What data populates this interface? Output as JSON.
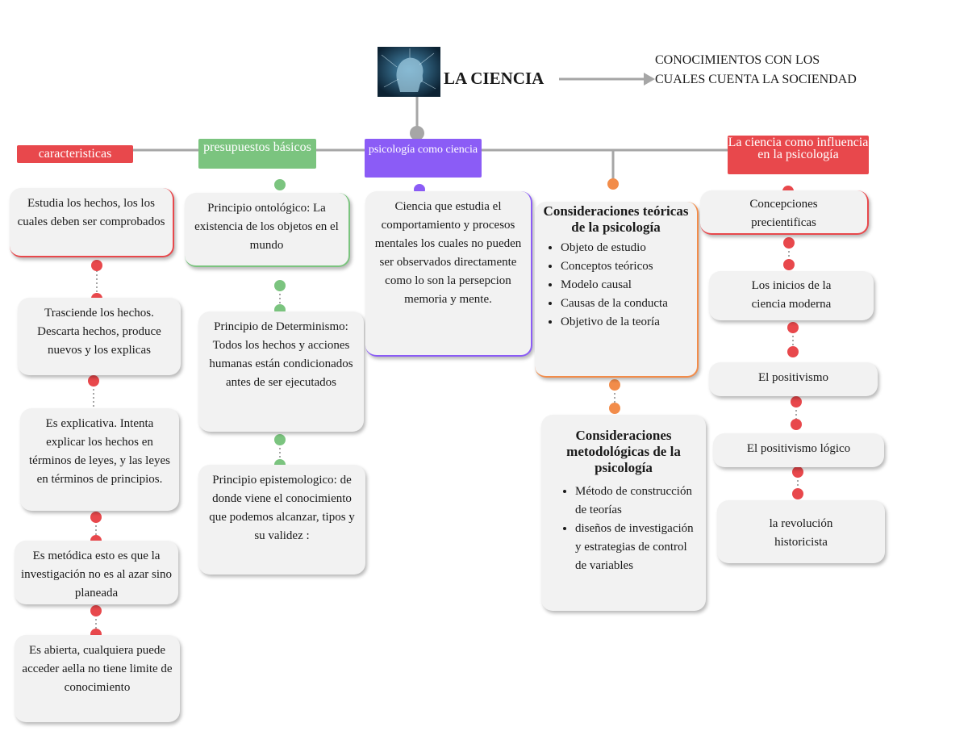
{
  "root": {
    "title": "LA CIENCIA",
    "description": "CONOCIMIENTOS CON LOS CUALES CUENTA LA SOCIENDAD",
    "image_icon": "head-network-image"
  },
  "colors": {
    "red": "#e8484c",
    "green": "#7bc47f",
    "purple": "#8b5cf6",
    "orange": "#f28c4a",
    "gray": "#a6a6a6"
  },
  "columns": {
    "caracteristicas": {
      "header": "caracteristicas",
      "items": [
        "Estudia los hechos, los los cuales deben ser comprobados",
        "Trasciende los hechos. Descarta hechos, produce nuevos y los explicas",
        "Es explicativa. Intenta explicar los hechos en términos de leyes, y las leyes en términos de principios.",
        "Es metódica esto es que la investigación no es al azar sino planeada",
        "Es abierta, cualquiera puede acceder aella no tiene limite de conocimiento"
      ]
    },
    "presupuestos": {
      "header": "presupuestos básicos",
      "items": [
        "Principio ontológico: La existencia de los objetos en el mundo",
        "Principio de Determinismo: Todos los hechos y acciones humanas están condicionados antes de ser ejecutados",
        "Principio epistemologico: de donde viene el conocimiento que podemos alcanzar, tipos y su validez :"
      ]
    },
    "psicologia": {
      "header": "psicología como ciencia",
      "items": [
        "Ciencia que estudia el comportamiento y procesos mentales los cuales no pueden ser observados directamente como lo son la persepcion memoria y mente."
      ]
    },
    "consideraciones": {
      "teoricas_title": "Consideraciones teóricas de la psicología",
      "teoricas_items": [
        "Objeto de estudio",
        "Conceptos teóricos",
        "Modelo causal",
        "Causas de la conducta",
        "Objetivo de la teoría"
      ],
      "metodologicas_title": "Consideraciones metodológicas de la psicología",
      "metodologicas_items": [
        "Método de construcción de teorías",
        "diseños de investigación y estrategias de control de variables"
      ]
    },
    "influencia": {
      "header": "La ciencia como influencia en la psicología",
      "items": [
        "Concepciones precientificas",
        "Los inicios de la ciencia moderna",
        "El positivismo",
        "El positivismo lógico",
        "la revolución historicista"
      ]
    }
  }
}
